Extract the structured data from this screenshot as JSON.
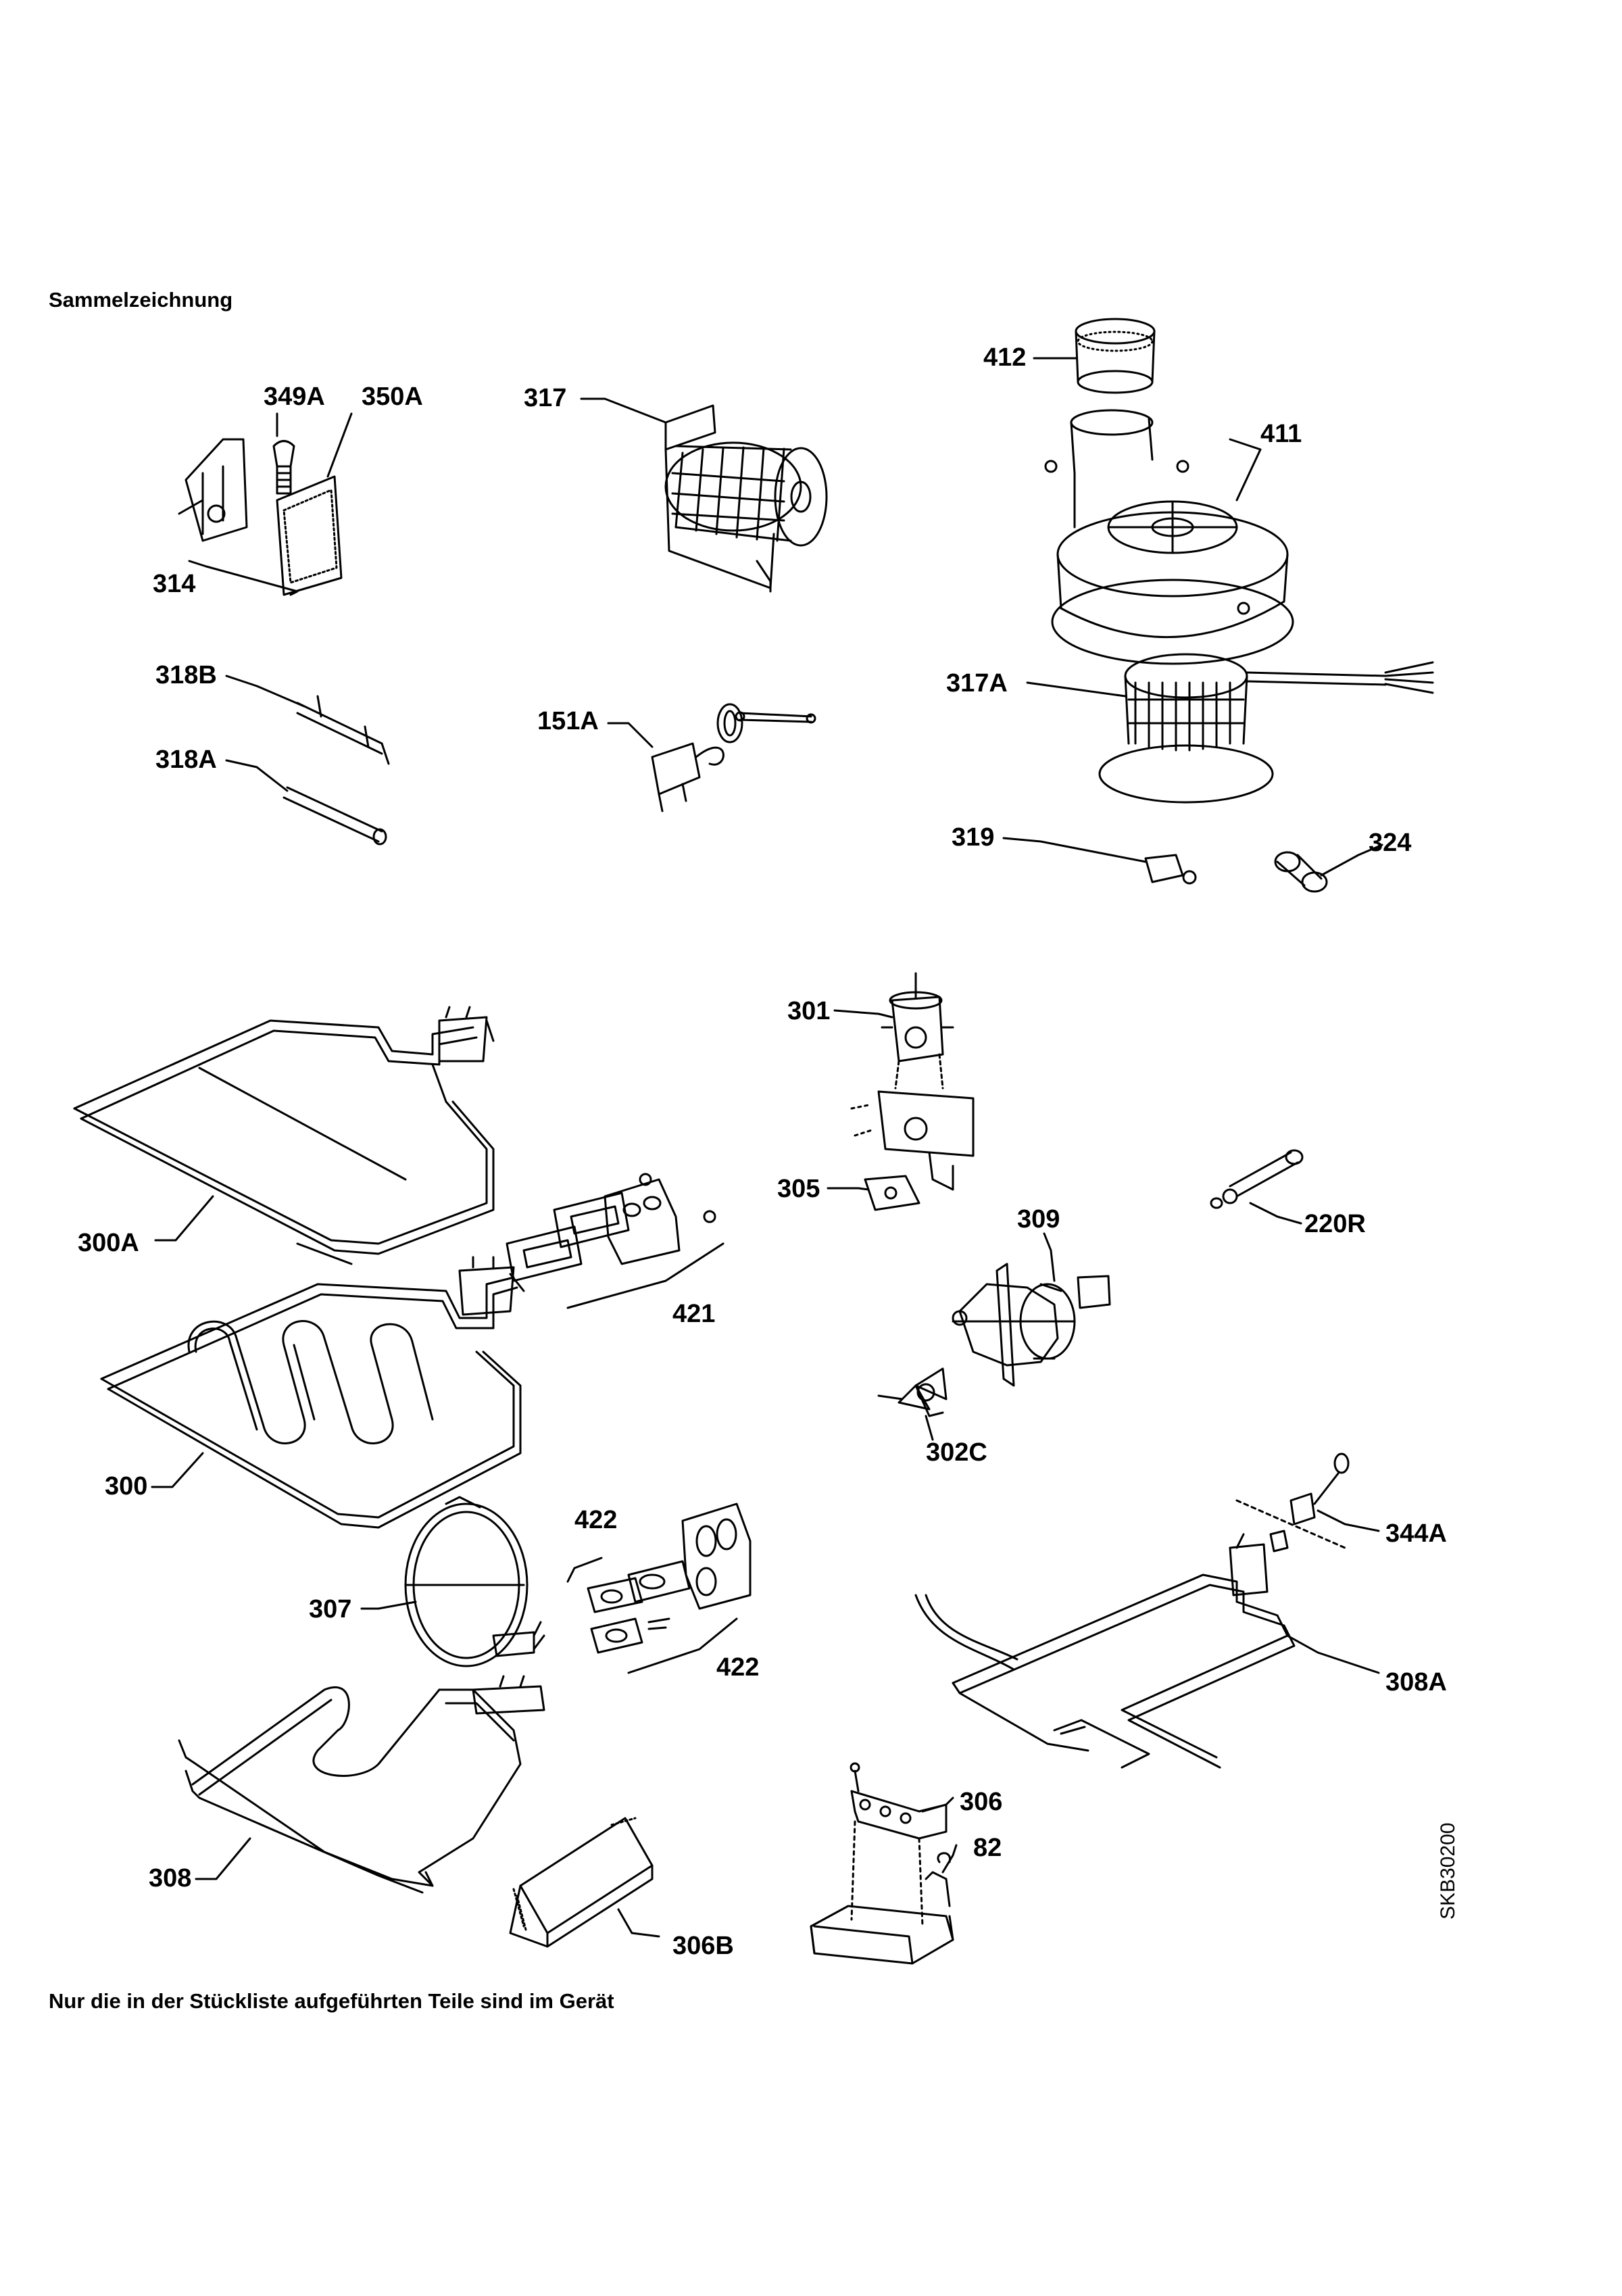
{
  "heading": "Sammelzeichnung",
  "footer": "Nur die in der Stückliste aufgeführten Teile sind im Gerät",
  "drawing_code": "SKB30200",
  "parts": {
    "p349A": "349A",
    "p350A": "350A",
    "p314": "314",
    "p317": "317",
    "p412": "412",
    "p411": "411",
    "p318B": "318B",
    "p318A": "318A",
    "p151A": "151A",
    "p317A": "317A",
    "p319": "319",
    "p324": "324",
    "p301": "301",
    "p300A": "300A",
    "p305": "305",
    "p309": "309",
    "p220R": "220R",
    "p421": "421",
    "p300": "300",
    "p302C": "302C",
    "p422a": "422",
    "p422b": "422",
    "p344A": "344A",
    "p307": "307",
    "p308A": "308A",
    "p306": "306",
    "p82": "82",
    "p308": "308",
    "p306B": "306B"
  }
}
